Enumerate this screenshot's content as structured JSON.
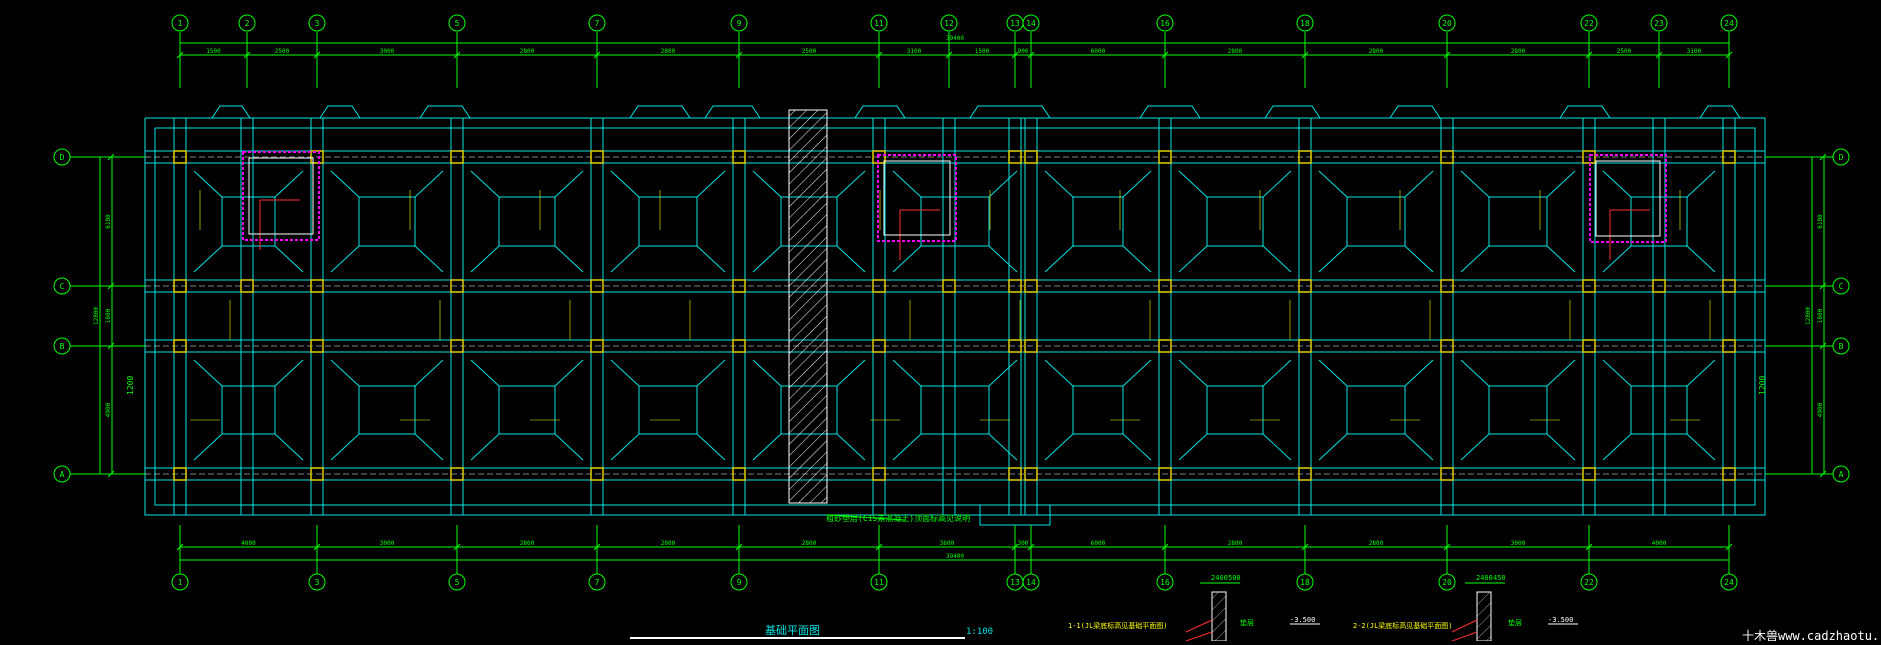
{
  "drawing": {
    "colors": {
      "background": "#000000",
      "grid_bubble": "#00ff00",
      "foundation": "#00e5e5",
      "column": "#e0d000",
      "label": "#ffff00",
      "accent": "#ff00ff",
      "detail": "#ff3030",
      "white": "#ffffff"
    },
    "axes_top": [
      "1",
      "2",
      "3",
      "5",
      "7",
      "9",
      "11",
      "12",
      "13",
      "14",
      "16",
      "18",
      "20",
      "22",
      "23",
      "24"
    ],
    "axes_bottom": [
      "1",
      "3",
      "5",
      "7",
      "9",
      "11",
      "13",
      "14",
      "16",
      "18",
      "20",
      "22",
      "24"
    ],
    "axes_rows": [
      "D",
      "C",
      "B",
      "A"
    ],
    "dim_top_segments": [
      "1500",
      "2500",
      "3000",
      "2800",
      "2800",
      "2500",
      "3100",
      "1500",
      "900",
      "6000",
      "2800",
      "2800",
      "2800",
      "2500",
      "3100"
    ],
    "dim_top_total": "39400",
    "dim_bottom_segments": [
      "4000",
      "3000",
      "2800",
      "2800",
      "2800",
      "3600",
      "300",
      "6000",
      "2800",
      "2800",
      "3000",
      "4000"
    ],
    "dim_bottom_total": "39400",
    "dim_left": [
      "6100",
      "1800",
      "4900"
    ],
    "dim_left_total": "12800",
    "dim_right": [
      "6100",
      "1800",
      "4900"
    ],
    "dim_right_total": "12800",
    "side_label_left": "1200",
    "side_label_right": "1200",
    "note_hatch": "粗砂垫层(C15素混凝土)顶面标高见说明",
    "title": "基础平面图",
    "scale": "1:100",
    "detail_1_title": "1-1(JL梁底标高见基础平面图)",
    "detail_2_title": "2-2(JL梁底标高见基础平面图)",
    "detail_1_width": "2400",
    "detail_2_width": "2400",
    "detail_level": "-3.500",
    "detail_tag": "垫层",
    "detail_dim_1": "500",
    "detail_dim_2": "450",
    "watermark": "十木兽www.cadzhaotu."
  }
}
